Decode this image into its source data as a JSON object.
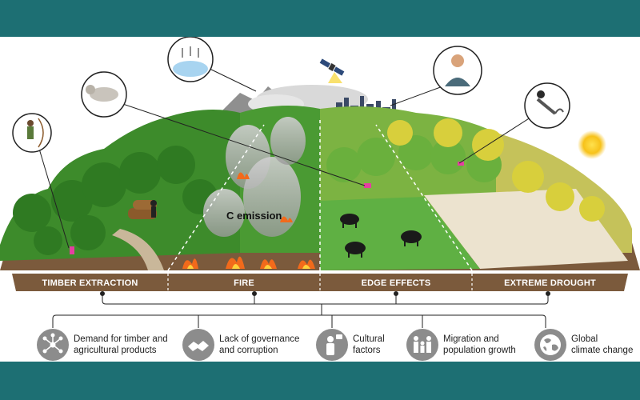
{
  "colors": {
    "band": "#1d6f73",
    "ground": "#7b5a3c",
    "grass": "#5fb043",
    "icon_gray": "#8c8c8c",
    "fire": "#f26a1b"
  },
  "scene": {
    "emission_label": "C emission",
    "callouts": [
      {
        "name": "hunter-callout",
        "icon": "hunter-with-bow"
      },
      {
        "name": "wolf-callout",
        "icon": "maned-wolf"
      },
      {
        "name": "rain-callout",
        "icon": "precipitation-map"
      },
      {
        "name": "person-callout",
        "icon": "coughing-person"
      },
      {
        "name": "monkey-callout",
        "icon": "spider-monkey"
      }
    ]
  },
  "impacts": [
    {
      "label": "TIMBER EXTRACTION"
    },
    {
      "label": "FIRE"
    },
    {
      "label": "EDGE EFFECTS"
    },
    {
      "label": "EXTREME DROUGHT"
    }
  ],
  "drivers": [
    {
      "line1": "Demand for timber and",
      "line2": "agricultural products",
      "icon": "network-icon"
    },
    {
      "line1": "Lack of governance",
      "line2": "and corruption",
      "icon": "handshake-icon"
    },
    {
      "line1": "Cultural",
      "line2": "factors",
      "icon": "person-speech-icon"
    },
    {
      "line1": "Migration and",
      "line2": "population growth",
      "icon": "family-icon"
    },
    {
      "line1": "Global",
      "line2": "climate change",
      "icon": "globe-icon"
    }
  ]
}
